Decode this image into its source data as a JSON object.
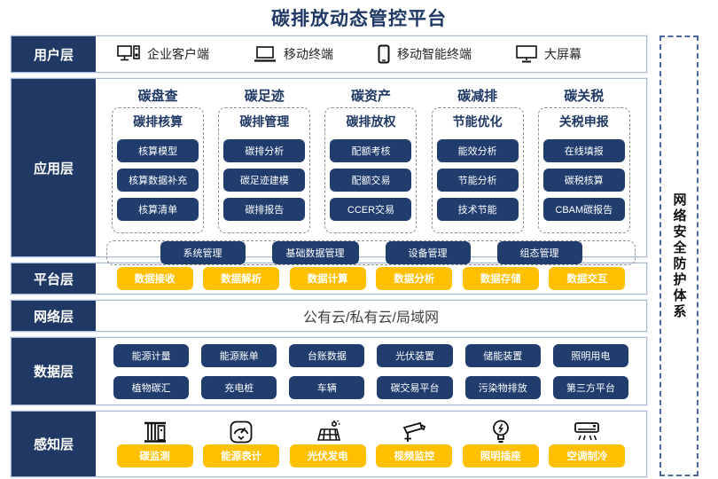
{
  "title": "碳排放动态管控平台",
  "colors": {
    "navy": "#1f3864",
    "pill_navy": "#203d6e",
    "yellow": "#ffc000",
    "border_blue": "#a9b8d4"
  },
  "security_sidebar": {
    "label": "网络安全防护体系"
  },
  "layers": {
    "user": {
      "label": "用户层",
      "items": [
        {
          "icon": "desktop-pc-icon",
          "label": "企业客户端"
        },
        {
          "icon": "laptop-icon",
          "label": "移动终端"
        },
        {
          "icon": "smartphone-icon",
          "label": "移动智能终端"
        },
        {
          "icon": "big-screen-icon",
          "label": "大屏幕"
        }
      ]
    },
    "application": {
      "label": "应用层",
      "columns": [
        {
          "group": "碳盘查",
          "subgroup": "碳排核算",
          "modules": [
            "核算模型",
            "核算数据补充",
            "核算清单"
          ]
        },
        {
          "group": "碳足迹",
          "subgroup": "碳排管理",
          "modules": [
            "碳排分析",
            "碳足迹建模",
            "碳排报告"
          ]
        },
        {
          "group": "碳资产",
          "subgroup": "碳排放权",
          "modules": [
            "配额考核",
            "配额交易",
            "CCER交易"
          ]
        },
        {
          "group": "碳减排",
          "subgroup": "节能优化",
          "modules": [
            "能效分析",
            "节能分析",
            "技术节能"
          ]
        },
        {
          "group": "碳关税",
          "subgroup": "关税申报",
          "modules": [
            "在线填报",
            "碳税核算",
            "CBAM碳报告"
          ]
        }
      ],
      "common_modules": [
        "系统管理",
        "基础数据管理",
        "设备管理",
        "组态管理"
      ]
    },
    "platform": {
      "label": "平台层",
      "modules": [
        "数据接收",
        "数据解析",
        "数据计算",
        "数据分析",
        "数据存储",
        "数据交互"
      ]
    },
    "network": {
      "label": "网络层",
      "text": "公有云/私有云/局域网"
    },
    "data": {
      "label": "数据层",
      "rows": [
        [
          "能源计量",
          "能源账单",
          "台账数据",
          "光伏装置",
          "储能装置",
          "照明用电"
        ],
        [
          "植物碳汇",
          "充电桩",
          "车辆",
          "碳交易平台",
          "污染物排放",
          "第三方平台"
        ]
      ]
    },
    "perception": {
      "label": "感知层",
      "items": [
        {
          "icon": "carbon-monitor-icon",
          "label": "碳监测"
        },
        {
          "icon": "energy-meter-icon",
          "label": "能源表计"
        },
        {
          "icon": "solar-power-icon",
          "label": "光伏发电"
        },
        {
          "icon": "cctv-camera-icon",
          "label": "视频监控"
        },
        {
          "icon": "light-bulb-icon",
          "label": "照明插座"
        },
        {
          "icon": "air-conditioner-icon",
          "label": "空调制冷"
        }
      ]
    }
  }
}
